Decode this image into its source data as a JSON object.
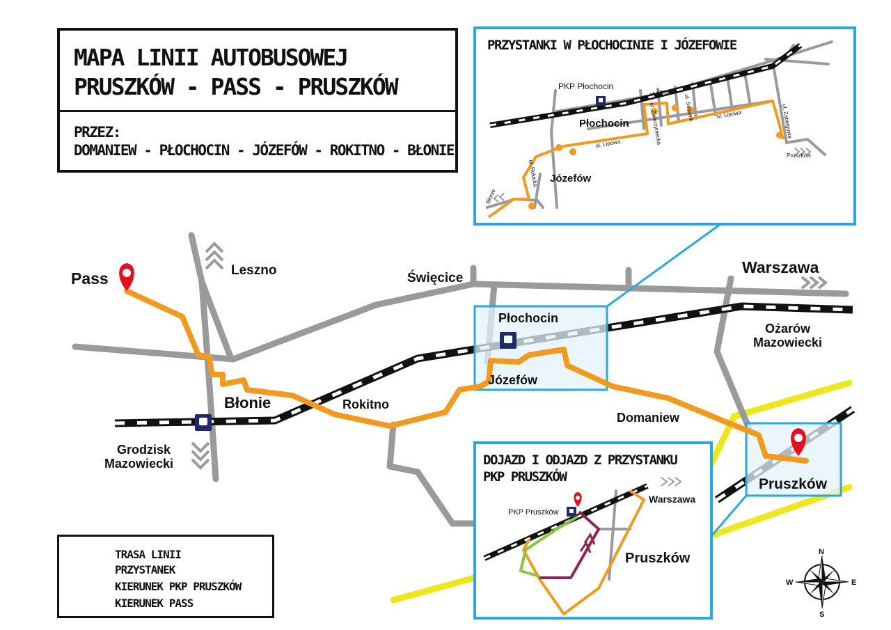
{
  "title": {
    "line1": "MAPA LINII AUTOBUSOWEJ",
    "line2": "PRUSZKÓW - PASS - PRUSZKÓW",
    "via_label": "PRZEZ:",
    "via_places": "DOMANIEW - PŁOCHOCIN - JÓZEFÓW - ROKITNO - BŁONIE"
  },
  "main_map": {
    "places": {
      "pass": "Pass",
      "leszno": "Leszno",
      "swiecice": "Święcice",
      "warszawa": "Warszawa",
      "plochocin": "Płochocin",
      "ozarow_1": "Ożarów",
      "ozarow_2": "Mazowiecki",
      "blonie": "Błonie",
      "rokitno": "Rokitno",
      "jozefow": "Józefów",
      "domaniew": "Domaniew",
      "grodzisk_1": "Grodzisk",
      "grodzisk_2": "Mazowiecki",
      "pruszkow": "Pruszków"
    }
  },
  "inset_top": {
    "title": "PRZYSTANKI W PŁOCHOCINIE I JÓZEFOWIE",
    "pkp": "PKP Płochocin",
    "plochocin": "Płochocin",
    "jozefow": "Józefów",
    "blonie": "Błonie",
    "pruszkow": "Pruszków",
    "streets": {
      "dluga": "ul. Długa",
      "zwierzyniecka": "ul. Zwierzyniecka",
      "sezamkowa": "ul. Sezamk.",
      "lipowa1": "ul. Lipowa",
      "lipowa2": "ul. Lipowa",
      "rokicka": "ul. Rokicka",
      "zabiegowa": "ul. Zabiegowa"
    }
  },
  "inset_bottom": {
    "title_line1": "DOJAZD I ODJAZD Z PRZYSTANKU",
    "title_line2": "PKP PRUSZKÓW",
    "pkp": "PKP Pruszków",
    "warszawa": "Warszawa",
    "pruszkow": "Pruszków"
  },
  "legend": {
    "route": "TRASA LINII",
    "stop": "PRZYSTANEK",
    "dir_pkp": "KIERUNEK PKP PRUSZKÓW",
    "dir_pass": "KIERUNEK PASS"
  },
  "compass": {
    "n": "N",
    "s": "S",
    "e": "E",
    "w": "W"
  },
  "colors": {
    "route": "#f29a1f",
    "road": "#9a9a9a",
    "rail": "#111111",
    "inset_border": "#29a8e0",
    "highlight_fill": "#e3f3fb",
    "pin": "#e3101c",
    "station": "#1f2a6b",
    "dir_pkp": "#8e2356",
    "dir_pass": "#8bc53f",
    "yellow_road": "#ede81c"
  },
  "icons": {
    "pin": "map-pin-icon",
    "station": "train-station-icon",
    "arrow": "direction-chevrons-icon",
    "compass": "compass-rose-icon"
  }
}
